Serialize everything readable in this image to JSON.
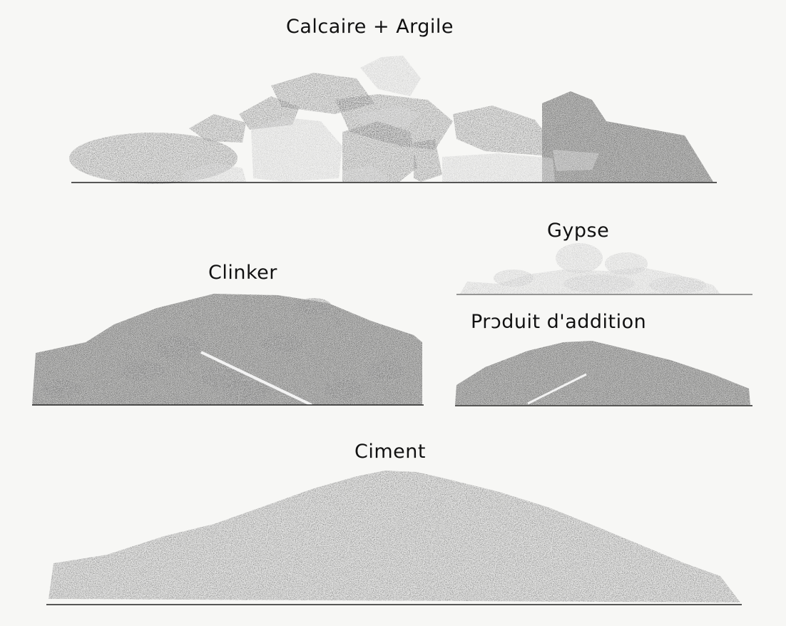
{
  "labels": {
    "raw": "Calcaire + Argile",
    "gypsum": "Gypse",
    "clinker": "Clinker",
    "addition": "Prɔduit d'addition",
    "cement": "Ciment"
  },
  "colors": {
    "paper": "#f7f7f5",
    "ink": "#111111",
    "dark": "#161616",
    "stone": "#8a8a8a"
  }
}
